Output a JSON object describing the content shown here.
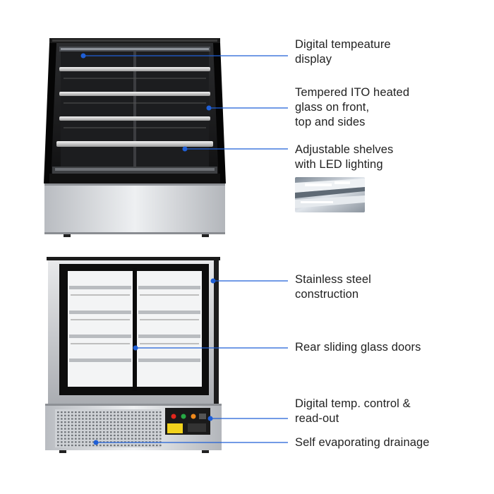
{
  "colors": {
    "callout_line": "#1f5fd6",
    "callout_dot": "#1f5fd6",
    "frame_black": "#111111",
    "steel_light": "#e4e5e7",
    "steel_dark": "#9b9ea3",
    "text": "#222222"
  },
  "callouts": [
    {
      "id": "temp-display",
      "label": "Digital tempeature\ndisplay"
    },
    {
      "id": "glass",
      "label": "Tempered ITO heated\nglass on front,\ntop and sides"
    },
    {
      "id": "shelves",
      "label": "Adjustable shelves\nwith LED lighting"
    },
    {
      "id": "steel",
      "label": "Stainless steel\nconstruction"
    },
    {
      "id": "doors",
      "label": "Rear sliding glass doors"
    },
    {
      "id": "control",
      "label": "Digital temp. control &\nread-out"
    },
    {
      "id": "drainage",
      "label": "Self evaporating drainage"
    }
  ],
  "images": {
    "front_view": "display-case-front-view",
    "rear_view": "display-case-rear-view",
    "led_detail": "led-shelf-detail-photo"
  }
}
